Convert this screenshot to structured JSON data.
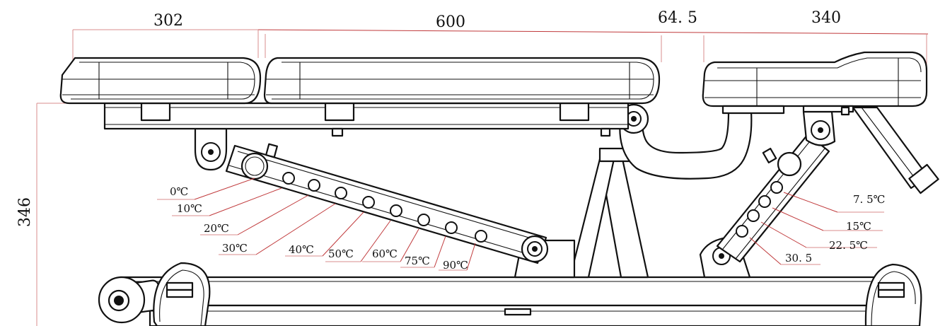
{
  "dimensions": {
    "seat_width": "302",
    "back_width": "600",
    "gap": "64. 5",
    "end_width": "340",
    "height": "346"
  },
  "seat_angles": [
    "0℃",
    "10℃",
    "20℃",
    "30℃",
    "40℃",
    "50℃",
    "60℃",
    "75℃",
    "90℃"
  ],
  "back_angles": [
    "7. 5℃",
    "15℃",
    "22. 5℃",
    "30. 5"
  ],
  "colors": {
    "line": "#111111",
    "dimension_line": "#c0393b"
  }
}
